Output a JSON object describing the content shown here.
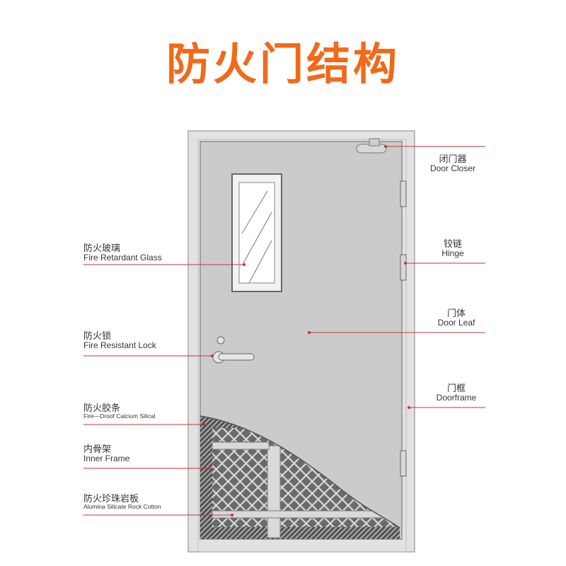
{
  "title": "防火门结构",
  "colors": {
    "title": "#f06a1a",
    "door": "#cbcbcb",
    "frame": "#dcdcdc",
    "leader": "#c0363c"
  },
  "labels": {
    "left": [
      {
        "zh": "防火玻璃",
        "en": "Fire Retardant Glass"
      },
      {
        "zh": "防火锁",
        "en": "Fire Resistant Lock"
      },
      {
        "zh": "防火胶条",
        "en": "Fire—Droof Calcium Silical"
      },
      {
        "zh": "内骨架",
        "en": "Inner Frame"
      },
      {
        "zh": "防火珍珠岩板",
        "en": "Alumina Silicate Rock Cotton"
      }
    ],
    "right": [
      {
        "zh": "闭门器",
        "en": "Door Closer"
      },
      {
        "zh": "铰链",
        "en": "Hinge"
      },
      {
        "zh": "门体",
        "en": "Door Leaf"
      },
      {
        "zh": "门框",
        "en": "Doorframe"
      }
    ]
  }
}
